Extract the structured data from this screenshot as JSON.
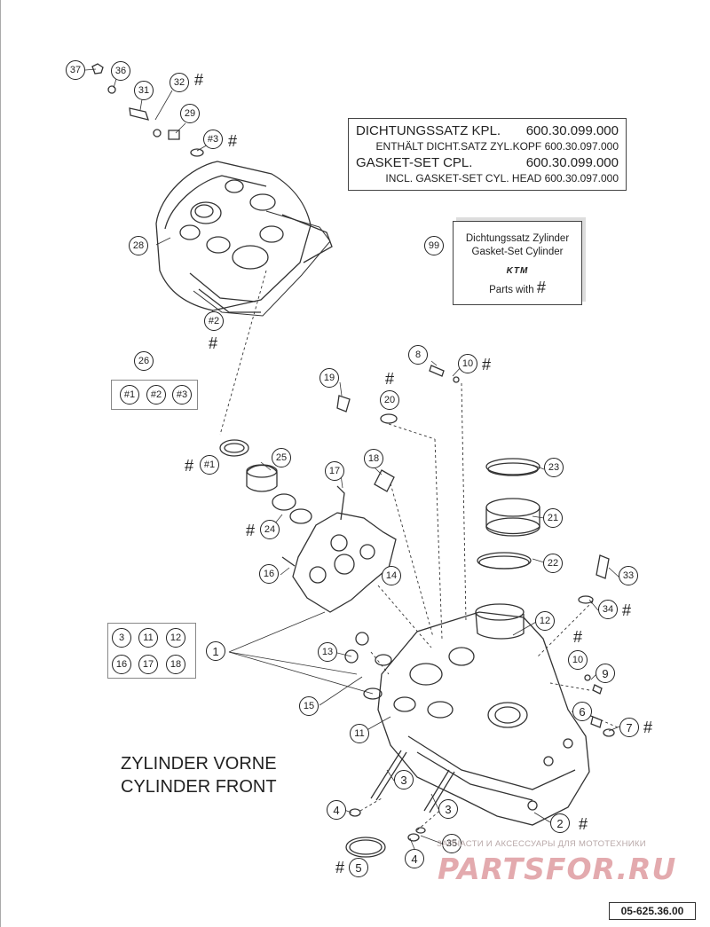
{
  "gasket_box": {
    "line1_label": "DICHTUNGSSATZ KPL.",
    "line1_number": "600.30.099.000",
    "line2": "ENTHÄLT DICHT.SATZ ZYL.KOPF 600.30.097.000",
    "line3_label": "GASKET-SET CPL.",
    "line3_number": "600.30.099.000",
    "line4": "INCL. GASKET-SET CYL. HEAD 600.30.097.000"
  },
  "kit_box": {
    "line1": "Dichtungssatz Zylinder",
    "line2": "Gasket-Set Cylinder",
    "logo_text": "KTM",
    "parts_with": "Parts with",
    "hash": "#"
  },
  "title": {
    "line1": "ZYLINDER VORNE",
    "line2": "CYLINDER FRONT"
  },
  "reference_code": "05-625.36.00",
  "watermark": {
    "top_text": "ЗАПЧАСТИ И АКСЕССУАРЫ ДЛЯ МОТОТЕХНИКИ",
    "main_text": "PARTSFOR.RU"
  },
  "callouts": {
    "c37": "37",
    "c36": "36",
    "c32": "32",
    "c31": "31",
    "c29": "29",
    "c3b": "#3",
    "c28": "28",
    "c2b": "#2",
    "c26": "26",
    "c1b_g": "#1",
    "c2b_g": "#2",
    "c3b_g": "#3",
    "c99": "99",
    "c8": "8",
    "c10a": "10",
    "c19": "19",
    "c20": "20",
    "c1b_b": "#1",
    "c25": "25",
    "c18": "18",
    "c17a": "17",
    "c23": "23",
    "c24": "24",
    "c21": "21",
    "c16a": "16",
    "c14": "14",
    "c22": "22",
    "c33": "33",
    "c34": "34",
    "c12": "12",
    "c1": "1",
    "c13": "13",
    "c10b": "10",
    "c9": "9",
    "c15": "15",
    "c6": "6",
    "c7": "7",
    "c11b": "11",
    "c3a": "3",
    "c4a": "4",
    "c3c": "3",
    "c2": "2",
    "c35": "35",
    "c5": "5",
    "c4b": "4",
    "g3": "3",
    "g11": "11",
    "g12": "12",
    "g16": "16",
    "g17": "17",
    "g18": "18"
  },
  "hash_symbol": "#"
}
